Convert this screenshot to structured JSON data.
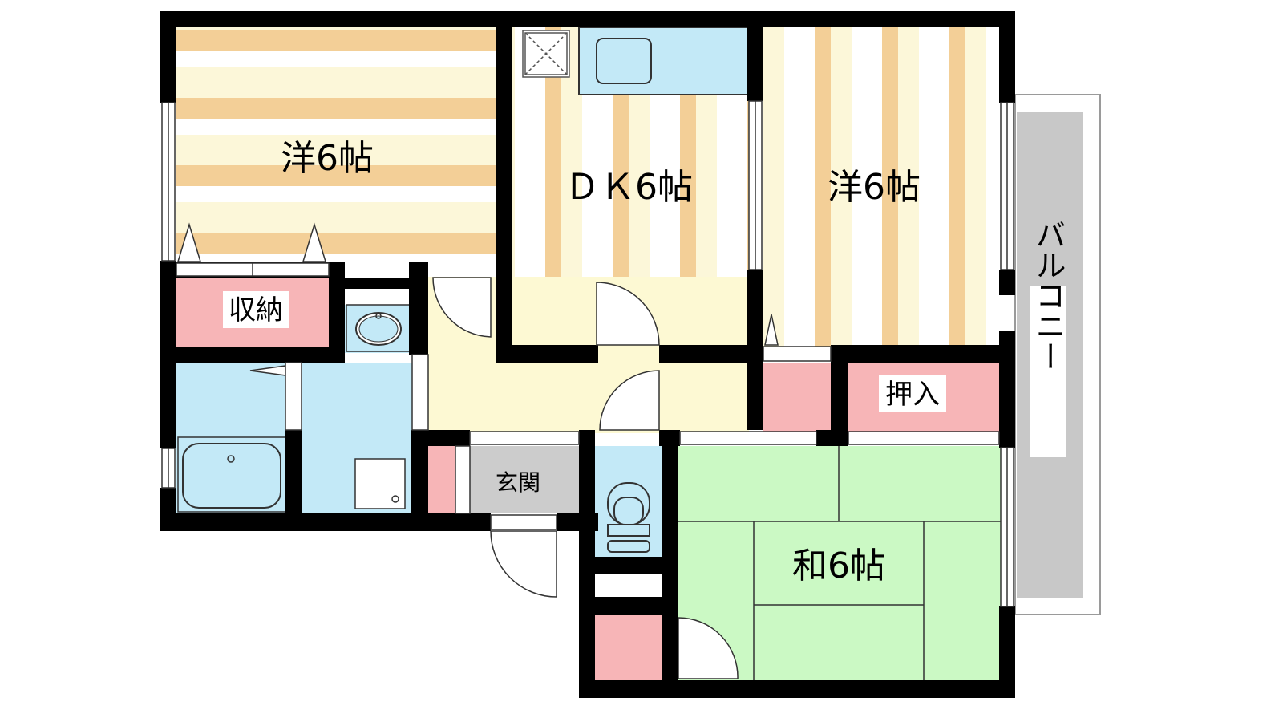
{
  "rooms": {
    "western_1": "洋6帖",
    "dk": "ＤＫ6帖",
    "western_2": "洋6帖",
    "storage": "収納",
    "closet": "押入",
    "entrance": "玄関",
    "japanese": "和6帖",
    "balcony": "バルコニー"
  },
  "colors": {
    "wall": "#000000",
    "floor_stripe": "#f3cf97",
    "floor_light": "#fcf7d9",
    "water": "#c3e9f7",
    "storage": "#f7b5b7",
    "hall": "#fdf9d3",
    "tatami": "#cbf9c4",
    "entrance": "#cccccc",
    "balcony": "#c8c8c8"
  }
}
